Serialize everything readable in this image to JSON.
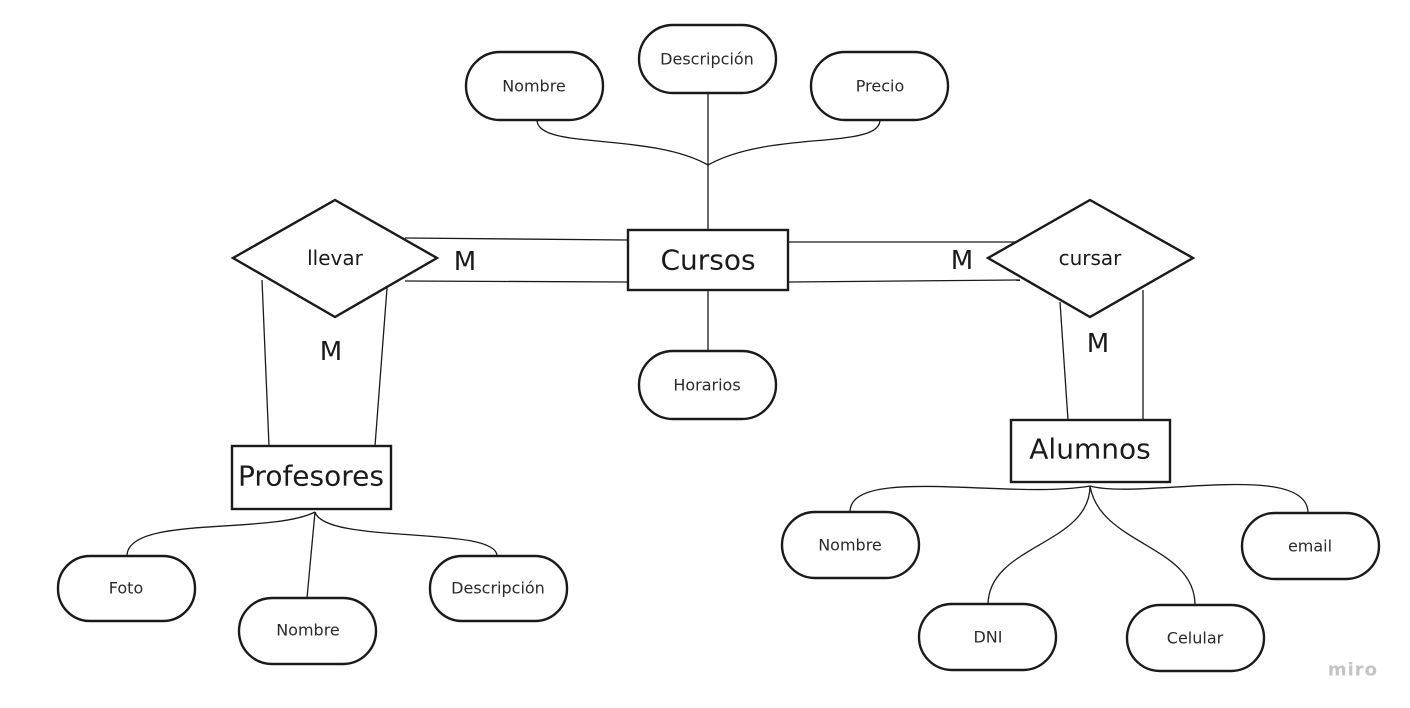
{
  "entities": {
    "cursos": "Cursos",
    "profesores": "Profesores",
    "alumnos": "Alumnos"
  },
  "relationships": {
    "llevar": "llevar",
    "cursar": "cursar"
  },
  "attributes": {
    "cursos": {
      "nombre": "Nombre",
      "descripcion": "Descripción",
      "precio": "Precio",
      "horarios": "Horarios"
    },
    "profesores": {
      "foto": "Foto",
      "nombre": "Nombre",
      "descripcion": "Descripción"
    },
    "alumnos": {
      "nombre": "Nombre",
      "email": "email",
      "dni": "DNI",
      "celular": "Celular"
    }
  },
  "cardinalities": {
    "llevar_cursos": "M",
    "llevar_profesores": "M",
    "cursar_cursos": "M",
    "cursar_alumnos": "M"
  },
  "watermark": "miro",
  "colors": {
    "stroke": "#1a1a1a",
    "text": "#2a2a2a",
    "watermark": "#c4c4c4",
    "background": "#ffffff"
  }
}
